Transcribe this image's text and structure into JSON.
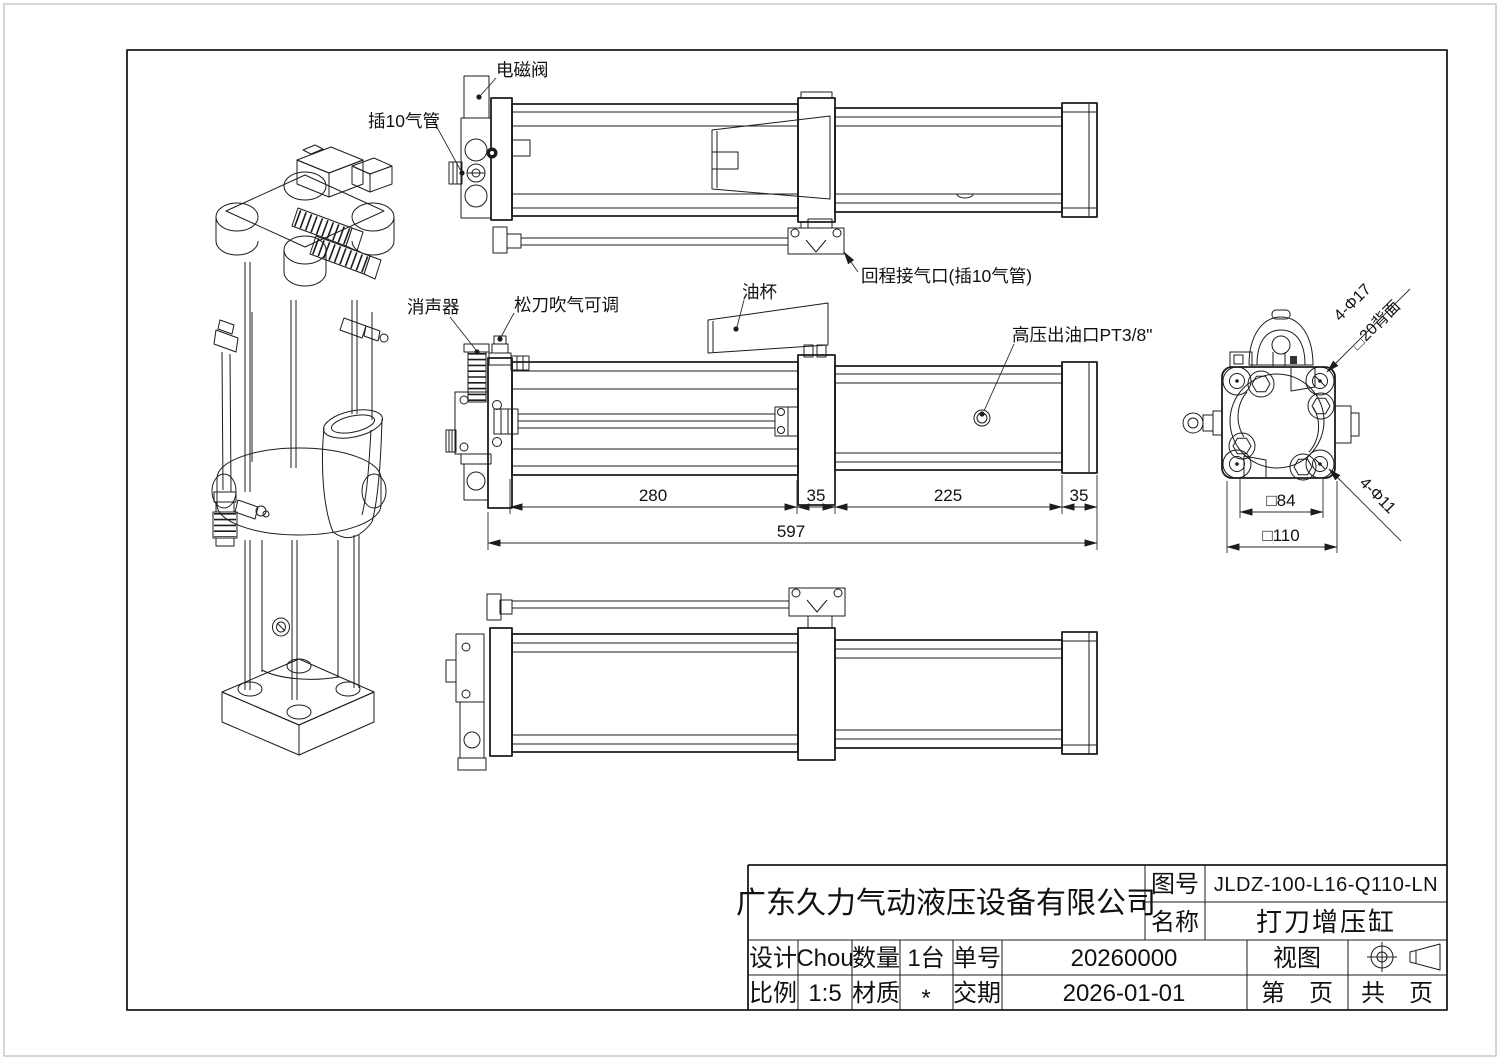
{
  "sheet_type": "mechanical-engineering-drawing",
  "annotations": {
    "solenoid_valve": "电磁阀",
    "air_tube": "插10气管",
    "muffler": "消声器",
    "knife_blow_adjust": "松刀吹气可调",
    "oil_cup": "油杯",
    "return_air_port": "回程接气口(插10气管)",
    "hp_oil_outlet": "高压出油口PT3/8\"",
    "holes_17": "4-Φ17",
    "counterbore_20": "⌴20背面",
    "holes_11": "4-Φ11",
    "square_84": "□84",
    "square_110": "□110"
  },
  "dims": {
    "seg280": "280",
    "seg35a": "35",
    "seg225": "225",
    "seg35b": "35",
    "total597": "597"
  },
  "title_block": {
    "company": "广东久力气动液压设备有限公司",
    "drawing_no_label": "图号",
    "drawing_no": "JLDZ-100-L16-Q110-LN",
    "name_label": "名称",
    "name": "打刀增压缸",
    "design_label": "设计",
    "design": "Chou",
    "qty_label": "数量",
    "qty": "1台",
    "order_label": "单号",
    "order": "20260000",
    "view_label": "视图",
    "scale_label": "比例",
    "scale": "1:5",
    "material_label": "材质",
    "material": "*",
    "delivery_label": "交期",
    "delivery": "2026-01-01",
    "page_label": "第　页",
    "total_label": "共　页"
  }
}
